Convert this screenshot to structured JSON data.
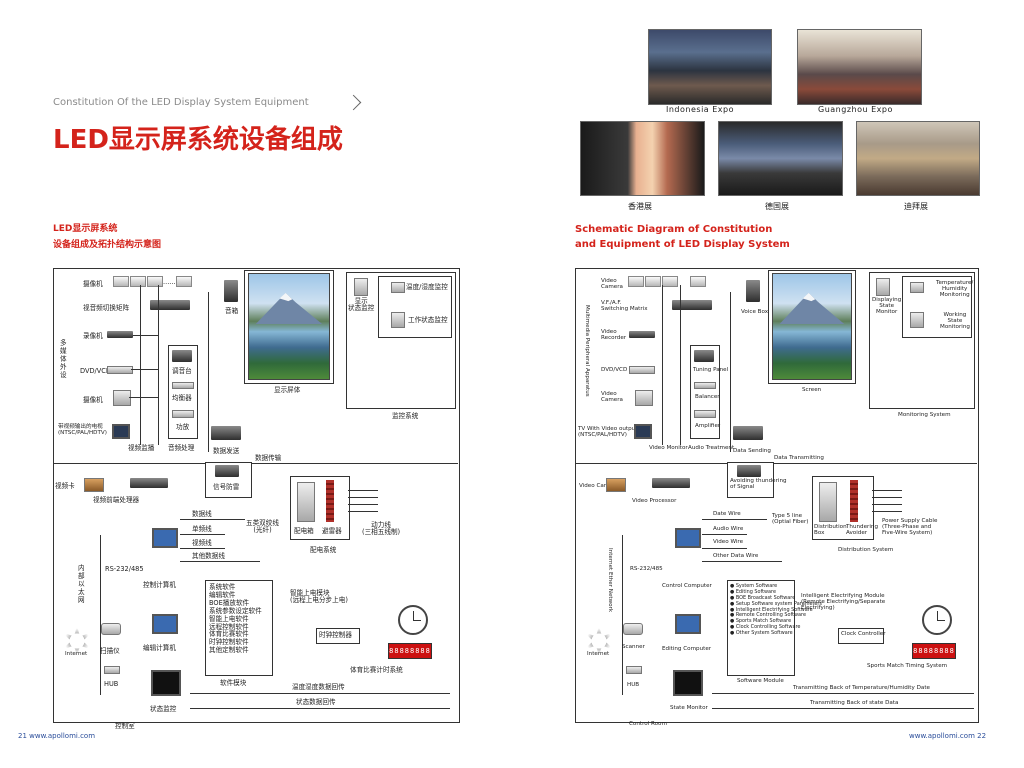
{
  "left_page": {
    "subtitle_en": "Constitution Of the LED Display System Equipment",
    "title_cn": "LED显示屏系统设备组成",
    "diagram_title_line1": "LED显示屏系统",
    "diagram_title_line2": "设备组成及拓扑结构示意图",
    "labels": {
      "camera": "摄像机",
      "switching_matrix": "视音频切换矩阵",
      "recorder": "录像机",
      "dvd": "DVD/VCD",
      "video_camera": "摄像机",
      "multimedia": "多媒体外设",
      "tv": "带视频输出的电视\n(NTSC/PAL/HDTV)",
      "video_monitor": "视频监播",
      "audio_process": "音频处理",
      "mixer": "调音台",
      "balancer": "均衡器",
      "amplifier": "功放",
      "speaker": "音箱",
      "screen": "显示屏体",
      "monitor_state": "显示\n状态监控",
      "temp_monitor": "温度/湿度监控",
      "work_monitor": "工作状态监控",
      "monitor_system": "监控系统",
      "data_send": "数据发送",
      "data_transfer": "数据传输",
      "lightning": "信号防雷",
      "video_card": "视频卡",
      "video_processor": "视频前端处理器",
      "data_wire": "数据线",
      "single_wire": "单频线",
      "video_wire": "视频线",
      "other_data": "其他数据线",
      "twisted_pair": "五类双绞线\n(光纤)",
      "dist_box": "配电箱",
      "arrester": "避雷器",
      "power_line": "动力线\n(三相五线制)",
      "power_system": "配电系统",
      "rs232": "RS-232/485",
      "intranet": "内部以太网",
      "control_computer": "控制计算机",
      "software_list": [
        "系统软件",
        "编辑软件",
        "BOE播放软件",
        "系统参数设定软件",
        "智能上电软件",
        "远程控制软件",
        "体育比赛软件",
        "时钟控制软件",
        "其他定制软件"
      ],
      "software_module": "软件模块",
      "smart_power": "智能上电模块\n(远程上电分步上电)",
      "clock_controller": "时钟控制器",
      "sports_timer": "体育比赛计时系统",
      "internet": "Internet",
      "scanner": "扫描仪",
      "editing_computer": "编辑计算机",
      "hub": "HUB",
      "state_monitor": "状态监控",
      "temp_return": "温度湿度数据回传",
      "state_return": "状态数据回传",
      "control_room": "控制室"
    },
    "footer": "21  www.apollomi.com"
  },
  "right_page": {
    "photo_captions": [
      "Indonesia Expo",
      "Guangzhou Expo",
      "香港展",
      "德国展",
      "迪拜展"
    ],
    "diagram_title_line1": "Schematic Diagram of Constitution",
    "diagram_title_line2": "and Equipment of LED Display System",
    "labels": {
      "video_camera": "Video\nCamera",
      "switching_matrix": "V.F./A.F.\nSwitching Matrix",
      "video_recorder": "Video\nRecorder",
      "dvd": "DVD/VCD",
      "video_camera2": "Video\nCamera",
      "multimedia": "Multimedia Peripheral Apparatus",
      "tv": "TV With Video output\n(NTSC/PAL/HDTV)",
      "video_monitor": "Video Monitor",
      "audio_treatment": "Audio Treatment",
      "tuning_panel": "Tuning Panel",
      "balancer": "Balancer",
      "amplifier": "Amplifier",
      "voice_box": "Voice Box",
      "screen": "Screen",
      "displaying_state": "Displaying\nState\nMonitor",
      "temp_monitor": "Temperature/\nHumidity\nMonitoring",
      "working_state": "Working\nState\nMonitoring",
      "monitoring_system": "Monitoring System",
      "data_sending": "Data Sending",
      "data_transmitting": "Data Transmitting",
      "avoiding_thundering": "Avoiding thundering\nof Signal",
      "video_card": "Video Card",
      "video_processor": "Video Processor",
      "data_wire": "Date Wire",
      "audio_wire": "Audio Wire",
      "video_wire": "Video Wire",
      "other_data": "Other Data Wire",
      "fiber": "Type 5 line\n(Optial Fiber)",
      "dist_box": "Distribution\nBox",
      "thundering": "Thundering\nAvoider",
      "power_cable": "Power Supply Cable\n(Three-Phase and\nFive-Wire System)",
      "dist_system": "Distribution System",
      "rs232": "RS-232/485",
      "intranet": "Internet Ether Network",
      "control_computer": "Control Computer",
      "software_list": [
        "System Software",
        "Editing Software",
        "BOE Broadcast Software",
        "Setup Software system Parameters",
        "Intelligent Electrifying Software",
        "Remote Controlling Software",
        "Sports Match Software",
        "Clock Controlling Software",
        "Other System Software"
      ],
      "software_module": "Software Module",
      "smart_power": "Intelligent Electrifying Module\n(Remote Electrifying/Separate\nElectrifying)",
      "clock_controller": "Clock Controller",
      "sports_timer": "Sports Match Timing System",
      "internet": "Internet",
      "scanner": "Scanner",
      "editing_computer": "Editing Computer",
      "hub": "HUB",
      "state_monitor": "State Monitor",
      "temp_return": "Transmitting Back of Temperature/Humidity Date",
      "state_return": "Transmitting Back of state Data",
      "control_room": "Control Room"
    },
    "footer": "www.apollomi.com   22"
  },
  "digits_text": "88888888"
}
